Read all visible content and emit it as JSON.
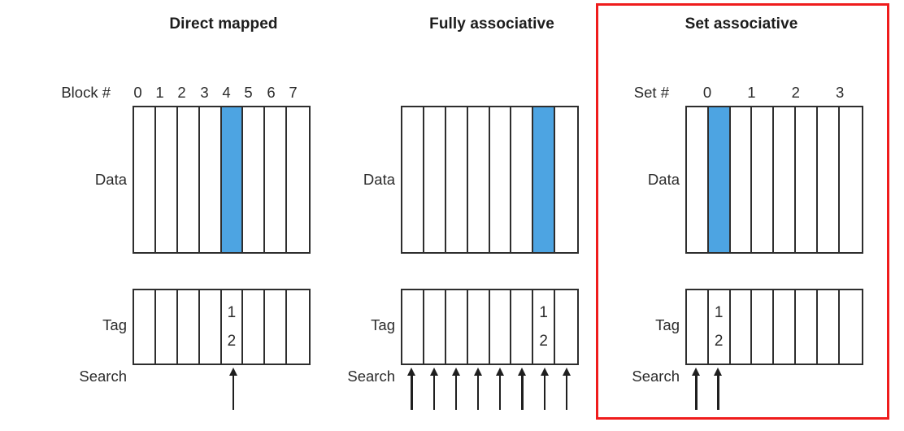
{
  "figure": {
    "description": "Cache block placement: direct mapped, fully associative, and set associative",
    "highlight_color": "#ef1c1c",
    "block_color": "#4da4e2",
    "line_color": "#2e2e2e"
  },
  "panels": [
    {
      "id": "direct-mapped",
      "title": "Direct mapped",
      "index_label": "Set #",
      "index_label_text": "Block #",
      "data_label": "Data",
      "tag_label": "Tag",
      "search_label": "Search",
      "column_count": 8,
      "column_indices": [
        "0",
        "1",
        "2",
        "3",
        "4",
        "5",
        "6",
        "7"
      ],
      "filled_data_column": 4,
      "tag_column": 4,
      "tag_values": [
        "1",
        "2"
      ],
      "search_arrow_columns": [
        4
      ],
      "highlighted": false
    },
    {
      "id": "fully-associative",
      "title": "Fully associative",
      "index_label_text": "",
      "data_label": "Data",
      "tag_label": "Tag",
      "search_label": "Search",
      "column_count": 8,
      "column_indices": [],
      "filled_data_column": 6,
      "tag_column": 6,
      "tag_values": [
        "1",
        "2"
      ],
      "search_arrow_columns": [
        0,
        1,
        2,
        3,
        4,
        5,
        6,
        7
      ],
      "highlighted": false
    },
    {
      "id": "set-associative",
      "title": "Set associative",
      "index_label_text": "Set #",
      "data_label": "Data",
      "tag_label": "Tag",
      "search_label": "Search",
      "column_count": 8,
      "column_indices": [
        "0",
        "1",
        "2",
        "3"
      ],
      "filled_data_column": 1,
      "tag_column": 1,
      "tag_values": [
        "1",
        "2"
      ],
      "search_arrow_columns": [
        0,
        1
      ],
      "highlighted": true
    }
  ]
}
